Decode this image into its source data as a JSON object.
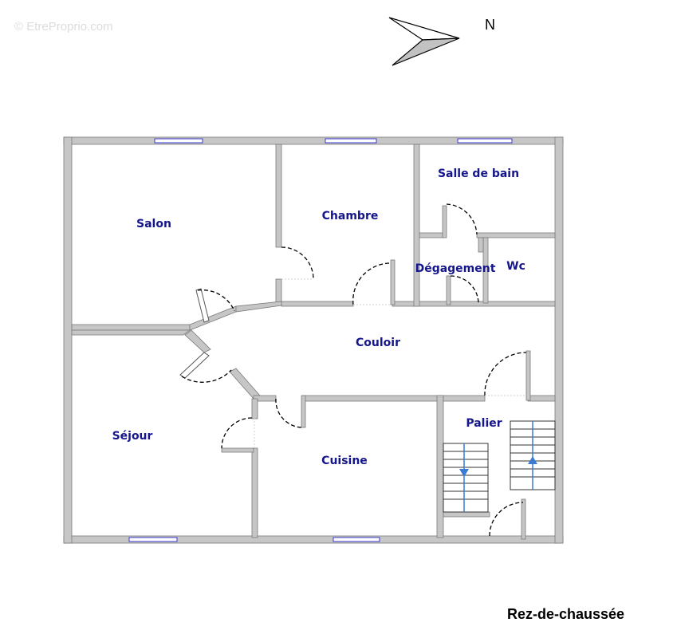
{
  "watermark": "© EtreProprio.com",
  "compass": {
    "label": "N"
  },
  "floor_title": "Rez-de-chaussée",
  "rooms": {
    "salon": "Salon",
    "chambre": "Chambre",
    "salle_de_bain": "Salle de bain",
    "degagement": "Dégagement",
    "wc": "Wc",
    "couloir": "Couloir",
    "sejour": "Séjour",
    "cuisine": "Cuisine",
    "palier": "Palier"
  },
  "colors": {
    "wall": "#c6c6c6",
    "window": "#3a3ad0",
    "label": "#15158c",
    "stair_arrow": "#3a7bd5"
  }
}
